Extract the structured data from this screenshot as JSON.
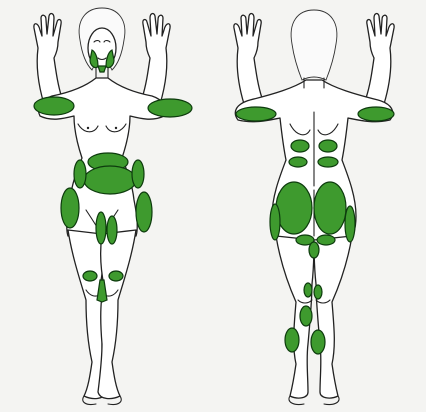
{
  "figures": [
    {
      "name": "front-view",
      "zones": [
        "face-cheeks",
        "upper-arm-left",
        "upper-arm-right",
        "abdomen",
        "flank-left",
        "flank-right",
        "outer-thigh-left",
        "outer-thigh-right",
        "inner-thigh-left",
        "inner-thigh-right",
        "knee-left",
        "knee-right",
        "inner-knee"
      ]
    },
    {
      "name": "back-view",
      "zones": [
        "upper-arm-left",
        "upper-arm-right",
        "lower-back-left",
        "lower-back-right",
        "love-handle-left",
        "love-handle-right",
        "buttock-left",
        "buttock-right",
        "outer-thigh-left",
        "outer-thigh-right",
        "banana-roll-left",
        "banana-roll-right",
        "posterior-knee",
        "calf-upper-left",
        "calf-upper-right",
        "calf-left",
        "calf-right"
      ]
    }
  ],
  "colors": {
    "zone_fill": "#3e9a2e",
    "zone_stroke": "#0d3b0d",
    "outline": "#222222",
    "background": "#f4f4f2"
  }
}
